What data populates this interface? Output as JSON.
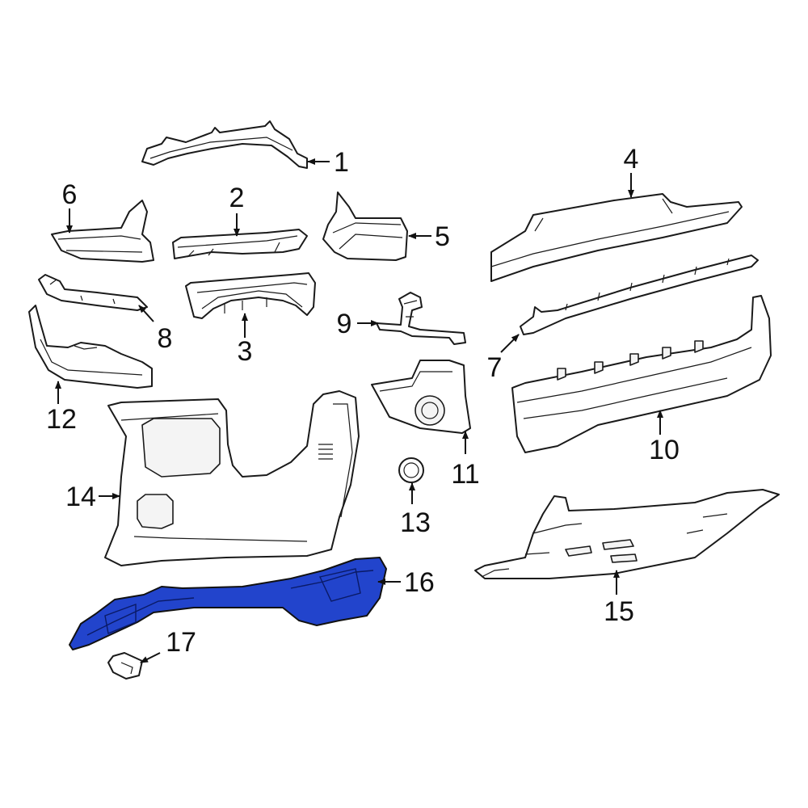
{
  "callouts": {
    "c1": "1",
    "c2": "2",
    "c3": "3",
    "c4": "4",
    "c5": "5",
    "c6": "6",
    "c7": "7",
    "c8": "8",
    "c9": "9",
    "c10": "10",
    "c11": "11",
    "c12": "12",
    "c13": "13",
    "c14": "14",
    "c15": "15",
    "c16": "16",
    "c17": "17"
  },
  "colors": {
    "highlight": "#2244cc",
    "line": "#1a1a1a",
    "background": "#ffffff"
  }
}
